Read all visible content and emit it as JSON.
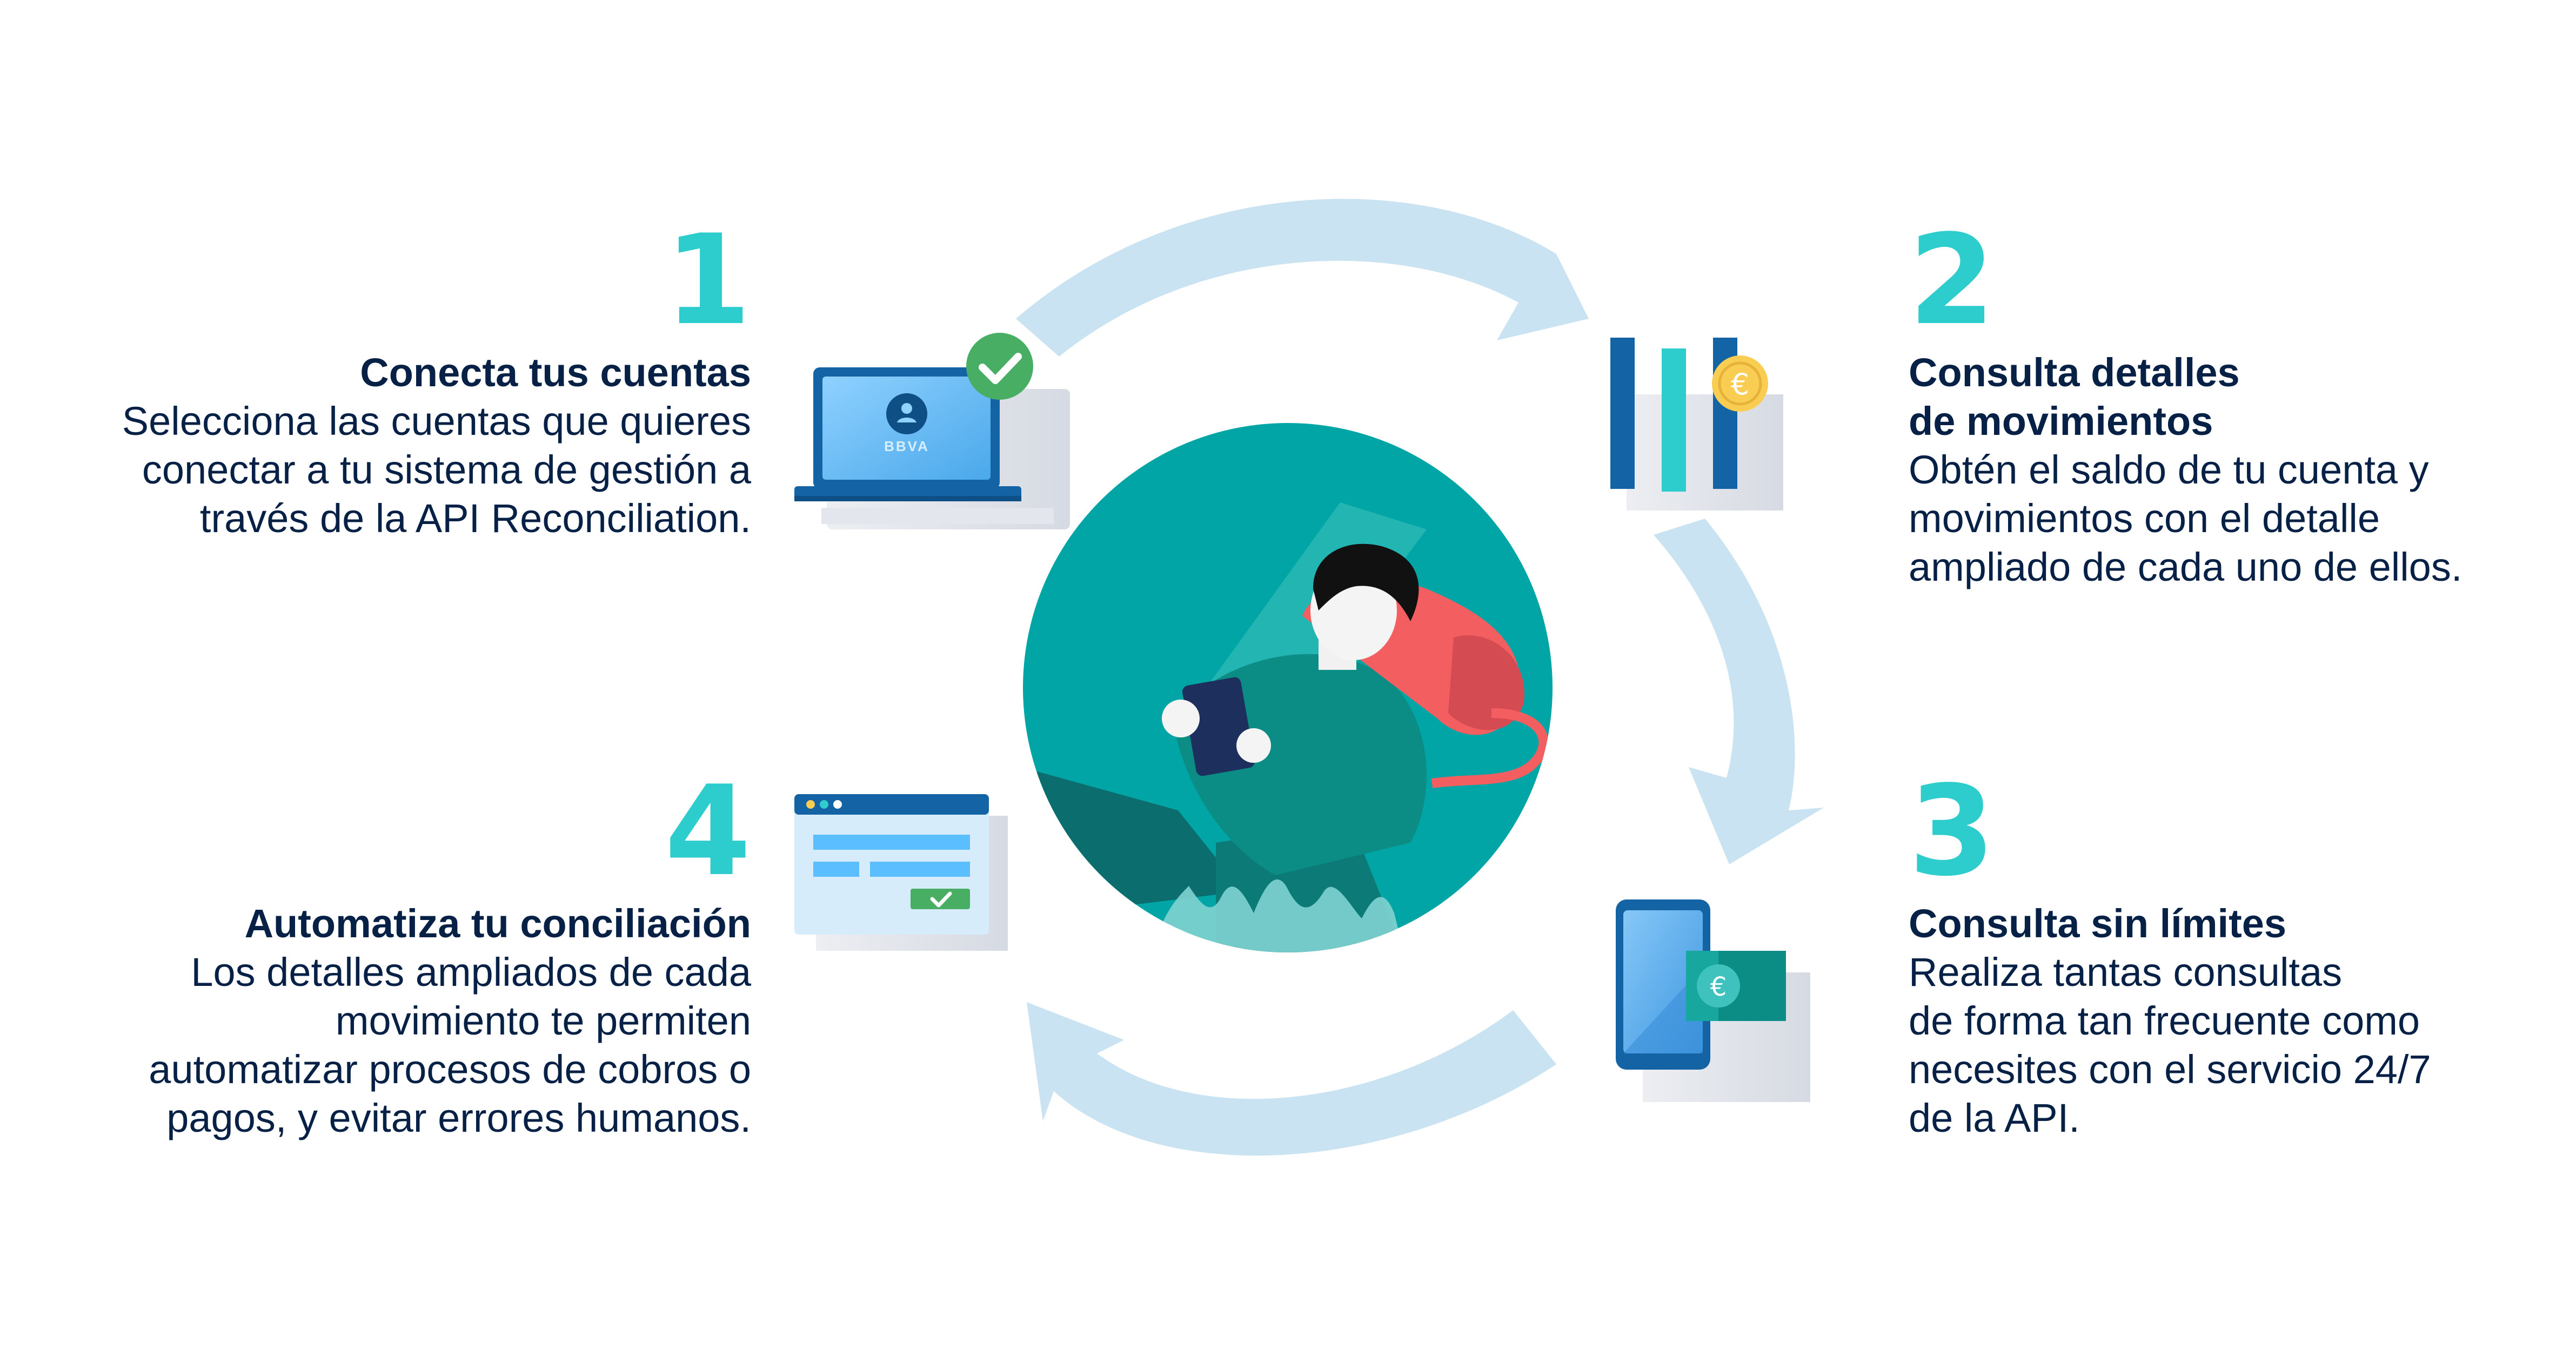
{
  "steps": [
    {
      "number": "1",
      "title": [
        "Conecta tus cuentas"
      ],
      "description": [
        "Selecciona las cuentas que quieres",
        "conectar a tu sistema de gestión a",
        "través de la API Reconciliation."
      ],
      "icon": "laptop-check-icon"
    },
    {
      "number": "2",
      "title": [
        "Consulta detalles",
        "de movimientos"
      ],
      "description": [
        "Obtén el saldo de tu cuenta y",
        "movimientos con el detalle",
        "ampliado de cada uno de ellos."
      ],
      "icon": "bar-chart-coin-icon"
    },
    {
      "number": "3",
      "title": [
        "Consulta sin límites"
      ],
      "description": [
        "Realiza tantas consultas",
        "de forma tan frecuente como",
        "necesites con el servicio 24/7",
        "de la API."
      ],
      "icon": "phone-banknote-icon"
    },
    {
      "number": "4",
      "title": [
        "Automatiza tu conciliación"
      ],
      "description": [
        "Los detalles ampliados de cada",
        "movimiento te permiten",
        "automatizar procesos de cobros o",
        "pagos, y evitar errores humanos."
      ],
      "icon": "browser-form-icon"
    }
  ],
  "laptop_brand": "BBVA",
  "currency_symbol": "€",
  "colors": {
    "navy": "#072146",
    "aqua": "#2dcccd",
    "teal": "#02a5a5",
    "arrow": "#c9e3f2",
    "blue": "#1464a5",
    "light_blue": "#5bbeff",
    "green": "#48ae64",
    "coral": "#f35e61",
    "gold": "#f8cd51"
  }
}
